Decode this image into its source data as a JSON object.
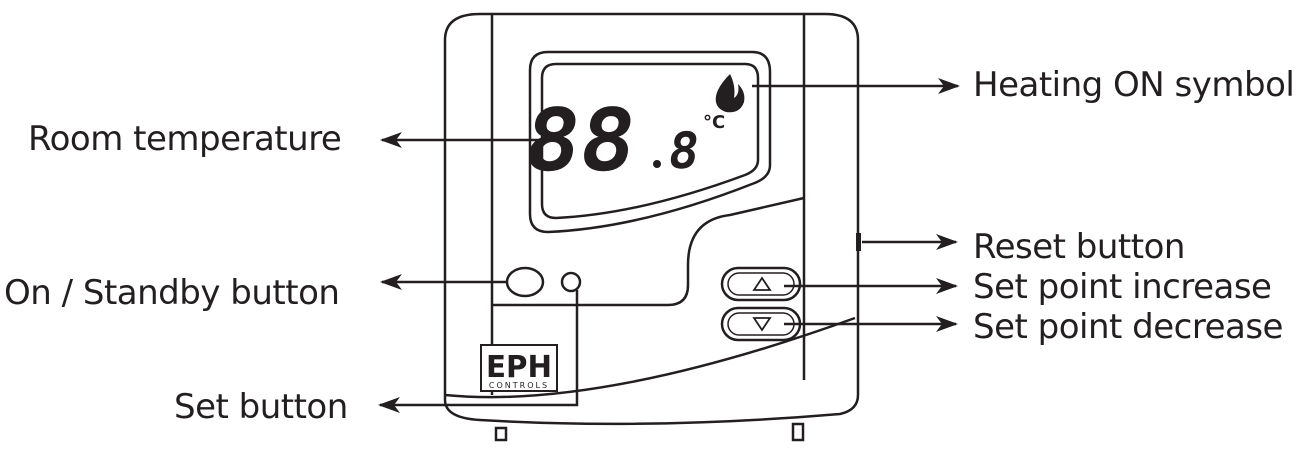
{
  "labels": {
    "room_temperature": "Room temperature",
    "on_standby_button": "On / Standby button",
    "set_button": "Set button",
    "heating_on_symbol": "Heating ON symbol",
    "reset_button": "Reset button",
    "set_point_increase": "Set point increase",
    "set_point_decrease": "Set point decrease"
  },
  "display": {
    "digits": "88",
    "decimal": "8",
    "unit": "°C"
  },
  "logo": {
    "brand": "EPH",
    "sub": "CONTROLS"
  },
  "colors": {
    "ink": "#231f20",
    "background": "#ffffff"
  }
}
